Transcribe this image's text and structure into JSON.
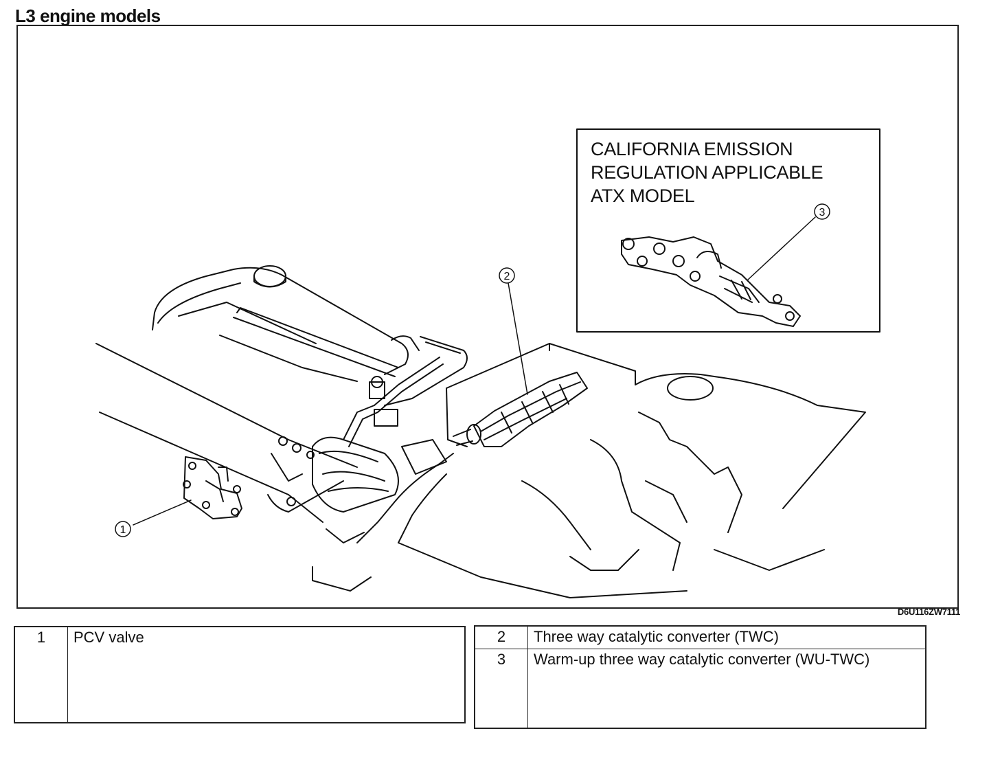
{
  "section_title": "L3 engine models",
  "inset": {
    "title": "CALIFORNIA EMISSION\nREGULATION APPLICABLE\nATX MODEL"
  },
  "callouts": {
    "c1": "1",
    "c2": "2",
    "c3": "3"
  },
  "figure_code": "D6U116ZW7111",
  "legend_left": [
    {
      "num": "1",
      "label": "PCV valve"
    }
  ],
  "legend_right": [
    {
      "num": "2",
      "label": "Three way catalytic converter (TWC)"
    },
    {
      "num": "3",
      "label": "Warm-up three way catalytic converter (WU-TWC)"
    }
  ]
}
